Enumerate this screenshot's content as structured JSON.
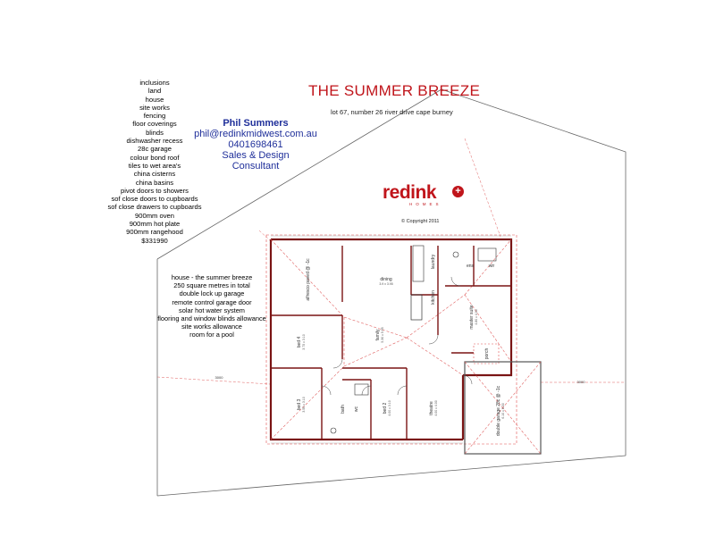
{
  "header": {
    "title": "THE SUMMER BREEZE",
    "address": "lot 67, number 26 river drive cape burney"
  },
  "inclusions": [
    "inclusions",
    "land",
    "house",
    "site works",
    "fencing",
    "floor coverings",
    "blinds",
    "dishwasher recess",
    "28c garage",
    "colour bond roof",
    "tiles to wet area's",
    "china cisterns",
    "china basins",
    "pivot doors to showers",
    "sof close doors to cupboards",
    "sof close drawers to cupboards",
    "900mm oven",
    "900mm hot plate",
    "900mm rangehood",
    "$331990"
  ],
  "consultant": {
    "name": "Phil Summers",
    "email": "phil@redinkmidwest.com.au",
    "phone": "0401698461",
    "role_line1": "Sales & Design",
    "role_line2": "Consultant"
  },
  "house_notes": [
    "house - the summer breeze",
    "250 square metres in total",
    "double lock up garage",
    "remote control garage door",
    "solar hot water system",
    "flooring and window blinds allowance",
    "site works allowance",
    "room for  a pool"
  ],
  "logo": {
    "word": "redink",
    "sub": "HOMES",
    "copyright": "© Copyright 2011"
  },
  "rooms": {
    "alfresco": "alfresco paved @ -1c",
    "dining": "dining",
    "dining_dim": "3.9 x 3.95",
    "laundry": "laundry",
    "kitchen": "kitchen",
    "master": "master suite",
    "master_dim": "4.80 x 4.00",
    "wir": "wir",
    "ens": "ens",
    "family": "family",
    "family_dim": "5.30 x 5.95",
    "bed4": "bed 4",
    "bed4_dim": "3.75 x 3.10",
    "bed3": "bed 3",
    "bed3_dim": "3.50 x 3.10",
    "bath": "bath",
    "wc": "wc",
    "bed2": "bed 2",
    "bed2_dim": "4.00 x 3.10",
    "theatre": "theatre",
    "theatre_dim": "4.00 x 4.00",
    "porch": "porch",
    "garage": "double garage 28c @ -1c",
    "garage_dim": "6.10 x 6.00",
    "setback_left": "3000",
    "setback_right": "3000"
  }
}
